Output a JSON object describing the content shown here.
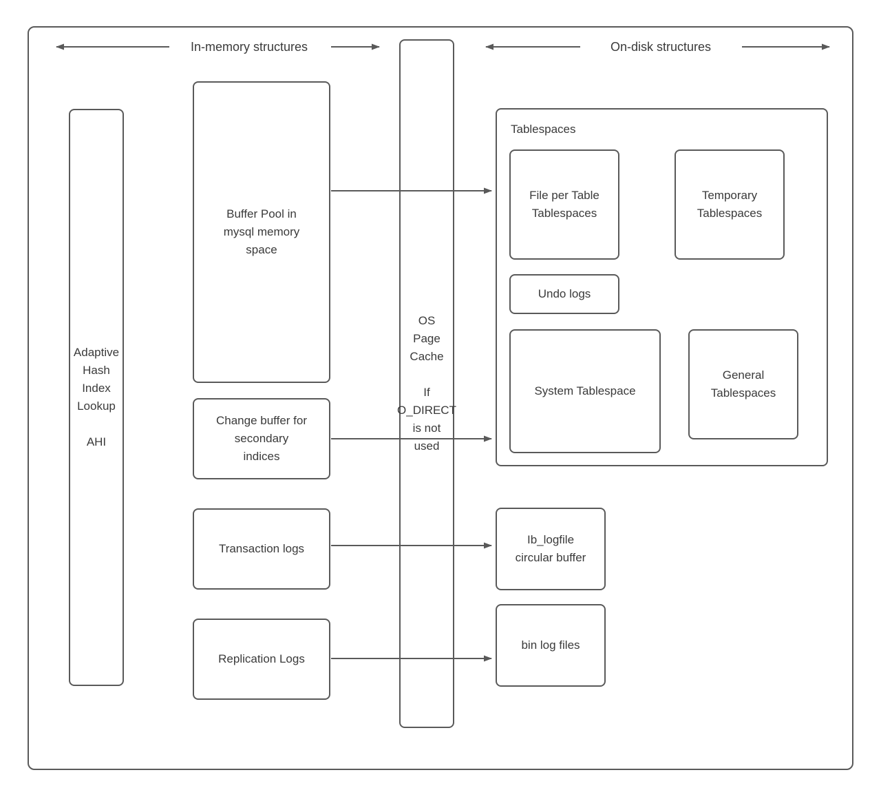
{
  "diagram": {
    "headers": {
      "in_memory": "In-memory structures",
      "on_disk": "On-disk structures"
    },
    "nodes": {
      "ahi": "Adaptive\nHash\nIndex\nLookup\n\nAHI",
      "buffer_pool": "Buffer Pool in\nmysql memory\nspace",
      "change_buffer": "Change buffer for\nsecondary\nindices",
      "transaction_logs": "Transaction logs",
      "replication_logs": "Replication Logs",
      "os_page_cache": "OS\nPage\nCache\n\nIf\nO_DIRECT\nis not\nused",
      "tablespaces_title": "Tablespaces",
      "file_per_table": "File per Table\nTablespaces",
      "temporary": "Temporary\nTablespaces",
      "undo_logs": "Undo logs",
      "system_tablespace": "System Tablespace",
      "general": "General\nTablespaces",
      "ib_logfile": "Ib_logfile\ncircular buffer",
      "bin_log": "bin log files"
    },
    "colors": {
      "stroke": "#595959",
      "text": "#3a3a3a",
      "background": "#ffffff"
    }
  }
}
